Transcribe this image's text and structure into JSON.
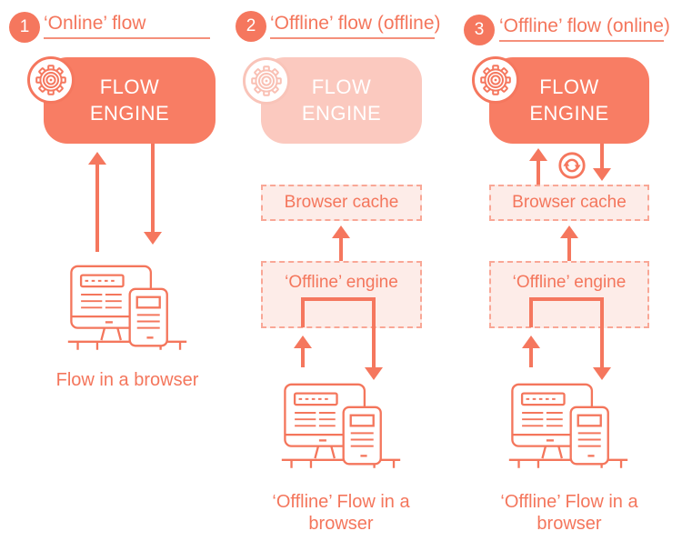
{
  "palette": {
    "salmon": "#F4765C",
    "salmon_fill": "#F87D64",
    "faded_fill": "#FBC9BF",
    "faded_stroke": "#F9C0B4",
    "dashed_fill": "#FDECE8",
    "dashed_border": "#F9A796",
    "text_on_solid": "#FFFFFF"
  },
  "columns": [
    {
      "badge": "1",
      "title": "‘Online’ flow",
      "engine": {
        "label": "FLOW ENGINE",
        "state": "online"
      },
      "caption": "Flow in a browser"
    },
    {
      "badge": "2",
      "title": "‘Offline’ flow (offline)",
      "engine": {
        "label": "FLOW ENGINE",
        "state": "offline"
      },
      "cache": {
        "label": "Browser cache"
      },
      "offline_engine": {
        "label": "‘Offline’ engine"
      },
      "caption": "‘Offline’ Flow in a browser"
    },
    {
      "badge": "3",
      "title": "‘Offline’ flow (online)",
      "engine": {
        "label": "FLOW ENGINE",
        "state": "online"
      },
      "cache": {
        "label": "Browser cache"
      },
      "offline_engine": {
        "label": "‘Offline’ engine"
      },
      "caption": "‘Offline’ Flow in a browser"
    }
  ],
  "icons": {
    "gear": "gear-icon",
    "sync": "sync-icon",
    "browser": "browser-devices-icon"
  }
}
